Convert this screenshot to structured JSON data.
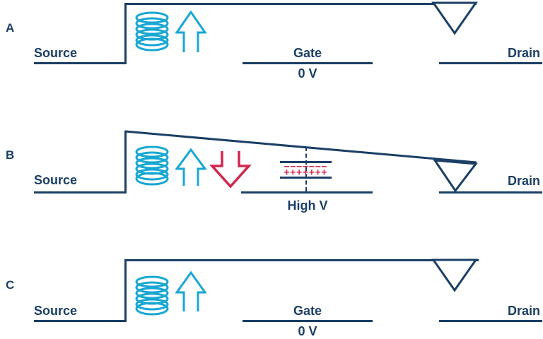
{
  "colors": {
    "navy": "#1b3f66",
    "cyan": "#18a7d3",
    "red": "#d2264d",
    "background": "#ffffff"
  },
  "icons": {
    "coil": "coil-icon",
    "up_arrow": "up-arrow-icon",
    "down_arrow": "down-arrow-icon",
    "triangle": "notch-triangle-icon",
    "dashed_line": "dashed-center-line",
    "charge_layer": "trapped-charge-layer"
  },
  "panels": [
    {
      "label": "A",
      "source_label": "Source",
      "gate_label": "Gate",
      "gate_voltage": "0 V",
      "drain_label": "Drain"
    },
    {
      "label": "B",
      "source_label": "Source",
      "gate_voltage": "High V",
      "drain_label": "Drain",
      "charge_minus_count": 7,
      "charge_plus_count": 7,
      "charge_minus_row": "−−−−−−−",
      "charge_plus_row": "+++++++"
    },
    {
      "label": "C",
      "source_label": "Source",
      "gate_label": "Gate",
      "gate_voltage": "0 V",
      "drain_label": "Drain"
    }
  ]
}
